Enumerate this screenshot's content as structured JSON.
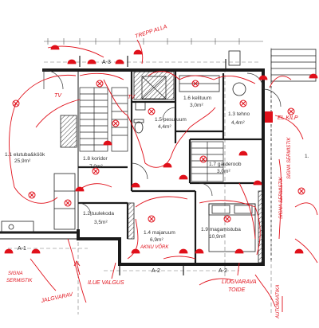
{
  "axes": {
    "a3": "A-3",
    "a1": "A-1",
    "a2_left": "A-2",
    "a2_right": "A-2"
  },
  "rooms": {
    "r11": {
      "name": "1.1 elutuba&köök",
      "area": "25,9m²"
    },
    "r12": {
      "name": "1.2 tuulekoda",
      "area": "3,5m²"
    },
    "r13": {
      "name": "1.3 tehno",
      "area": "4,4m²"
    },
    "r14": {
      "name": "1.4 majaruum",
      "area": "6,9m²"
    },
    "r15": {
      "name": "1.5 pesuruum",
      "area": "4,4m²"
    },
    "r16": {
      "name": "1.6 kelituum",
      "area": "3,0m²"
    },
    "r17": {
      "name": "1.7 garderoob",
      "area": "3,0m²"
    },
    "r18": {
      "name": "1.8 koridor",
      "area": "7,0m²"
    },
    "r19": {
      "name": "1.9 magamistuba",
      "area": "10,9m²"
    },
    "r1x": {
      "name": "1.",
      "area": ""
    }
  },
  "annotations": {
    "trepp": "TREPP ALLA",
    "tv_left": "TV",
    "tv_mid": "TV",
    "el_kilp": "EL KILP",
    "signa_left_1": "SIGNA",
    "signa_left_2": "SERMISTIK",
    "jalgvarav": "JALGVARAV",
    "ilue": "ILUE VALGUS",
    "aknad": "AKNU VÕRK",
    "liugvarav_1": "LIUGVARAVA",
    "liugvarav_2": "TOIDE",
    "automaatika": "AUTOMAATIKA",
    "signa_right": "SIGNA SERMISTIK",
    "signa_far": "SIGNA SERMISTIK"
  },
  "colors": {
    "wall": "#1a1a1a",
    "markup": "#e0101a",
    "hatch": "#555555"
  }
}
